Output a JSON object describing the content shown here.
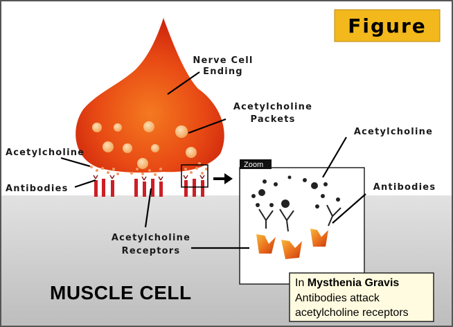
{
  "badge": {
    "text": "Figure"
  },
  "labels": {
    "nerve_line1": "Nerve Cell",
    "nerve_line2": "Ending",
    "packets_line1": "Acetylcholine",
    "packets_line2": "Packets",
    "acetylcholine_left": "Acetylcholine",
    "antibodies_left": "Antibodies",
    "receptors_line1": "Acetylcholine",
    "receptors_line2": "Receptors",
    "acetylcholine_right": "Acetylcholine",
    "antibodies_right": "Antibodies",
    "muscle_cell": "MUSCLE CELL"
  },
  "zoom": {
    "tab": "Zoom"
  },
  "note": {
    "prefix": "In ",
    "title": "Mysthenia Gravis",
    "line2": "Antibodies attack",
    "line3": "acetylcholine receptors"
  },
  "colors": {
    "nerve_red": "#d62a10",
    "nerve_orange": "#f26a1a",
    "packet": "#f7b36a",
    "receptor_red": "#cc1f28",
    "badge_yellow": "#f2b81c",
    "note_bg": "#fffbe0"
  }
}
